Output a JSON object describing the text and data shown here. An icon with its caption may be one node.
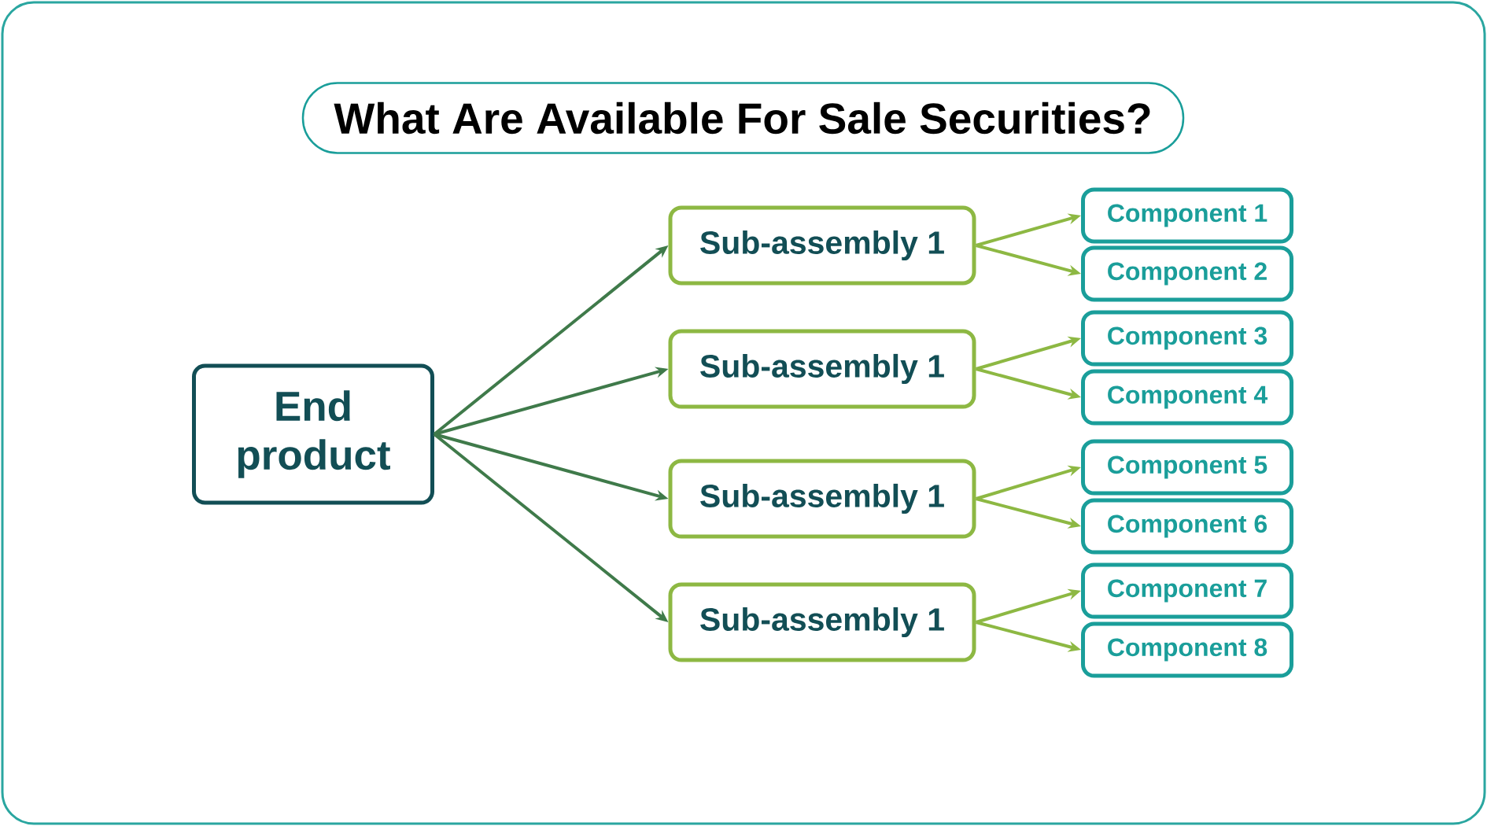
{
  "diagram": {
    "title": "What Are Available For Sale Securities?",
    "nodes": [
      {
        "text": [
          "End product"
        ]
      },
      {
        "text": [
          "Sub-assembly 1"
        ]
      },
      {
        "text": [
          "Sub-assembly 1"
        ]
      },
      {
        "text": [
          "Sub-assembly 1"
        ]
      },
      {
        "text": [
          "Sub-assembly 1"
        ]
      },
      {
        "text": [
          "Component 1"
        ]
      },
      {
        "text": [
          "Component 2"
        ]
      },
      {
        "text": [
          "Component 3"
        ]
      },
      {
        "text": [
          "Component 4"
        ]
      },
      {
        "text": [
          "Component 5"
        ]
      },
      {
        "text": [
          "Component 6"
        ]
      },
      {
        "text": [
          "Component 7"
        ]
      },
      {
        "text": [
          "Component 8"
        ]
      }
    ],
    "edges": [
      {
        "from": 0,
        "to": 1,
        "arrow": "to",
        "color": "#3f7a4a"
      },
      {
        "from": 0,
        "to": 2,
        "arrow": "to",
        "color": "#3f7a4a"
      },
      {
        "from": 0,
        "to": 3,
        "arrow": "to",
        "color": "#3f7a4a"
      },
      {
        "from": 0,
        "to": 4,
        "arrow": "to",
        "color": "#3f7a4a"
      },
      {
        "from": 1,
        "to": 5,
        "arrow": "to"
      },
      {
        "from": 1,
        "to": 6,
        "arrow": "to"
      },
      {
        "from": 2,
        "to": 7,
        "arrow": "to"
      },
      {
        "from": 2,
        "to": 8,
        "arrow": "to"
      },
      {
        "from": 3,
        "to": 9,
        "arrow": "to"
      },
      {
        "from": 3,
        "to": 10,
        "arrow": "to"
      },
      {
        "from": 4,
        "to": 11,
        "arrow": "to"
      },
      {
        "from": 4,
        "to": 12,
        "arrow": "to"
      }
    ]
  }
}
